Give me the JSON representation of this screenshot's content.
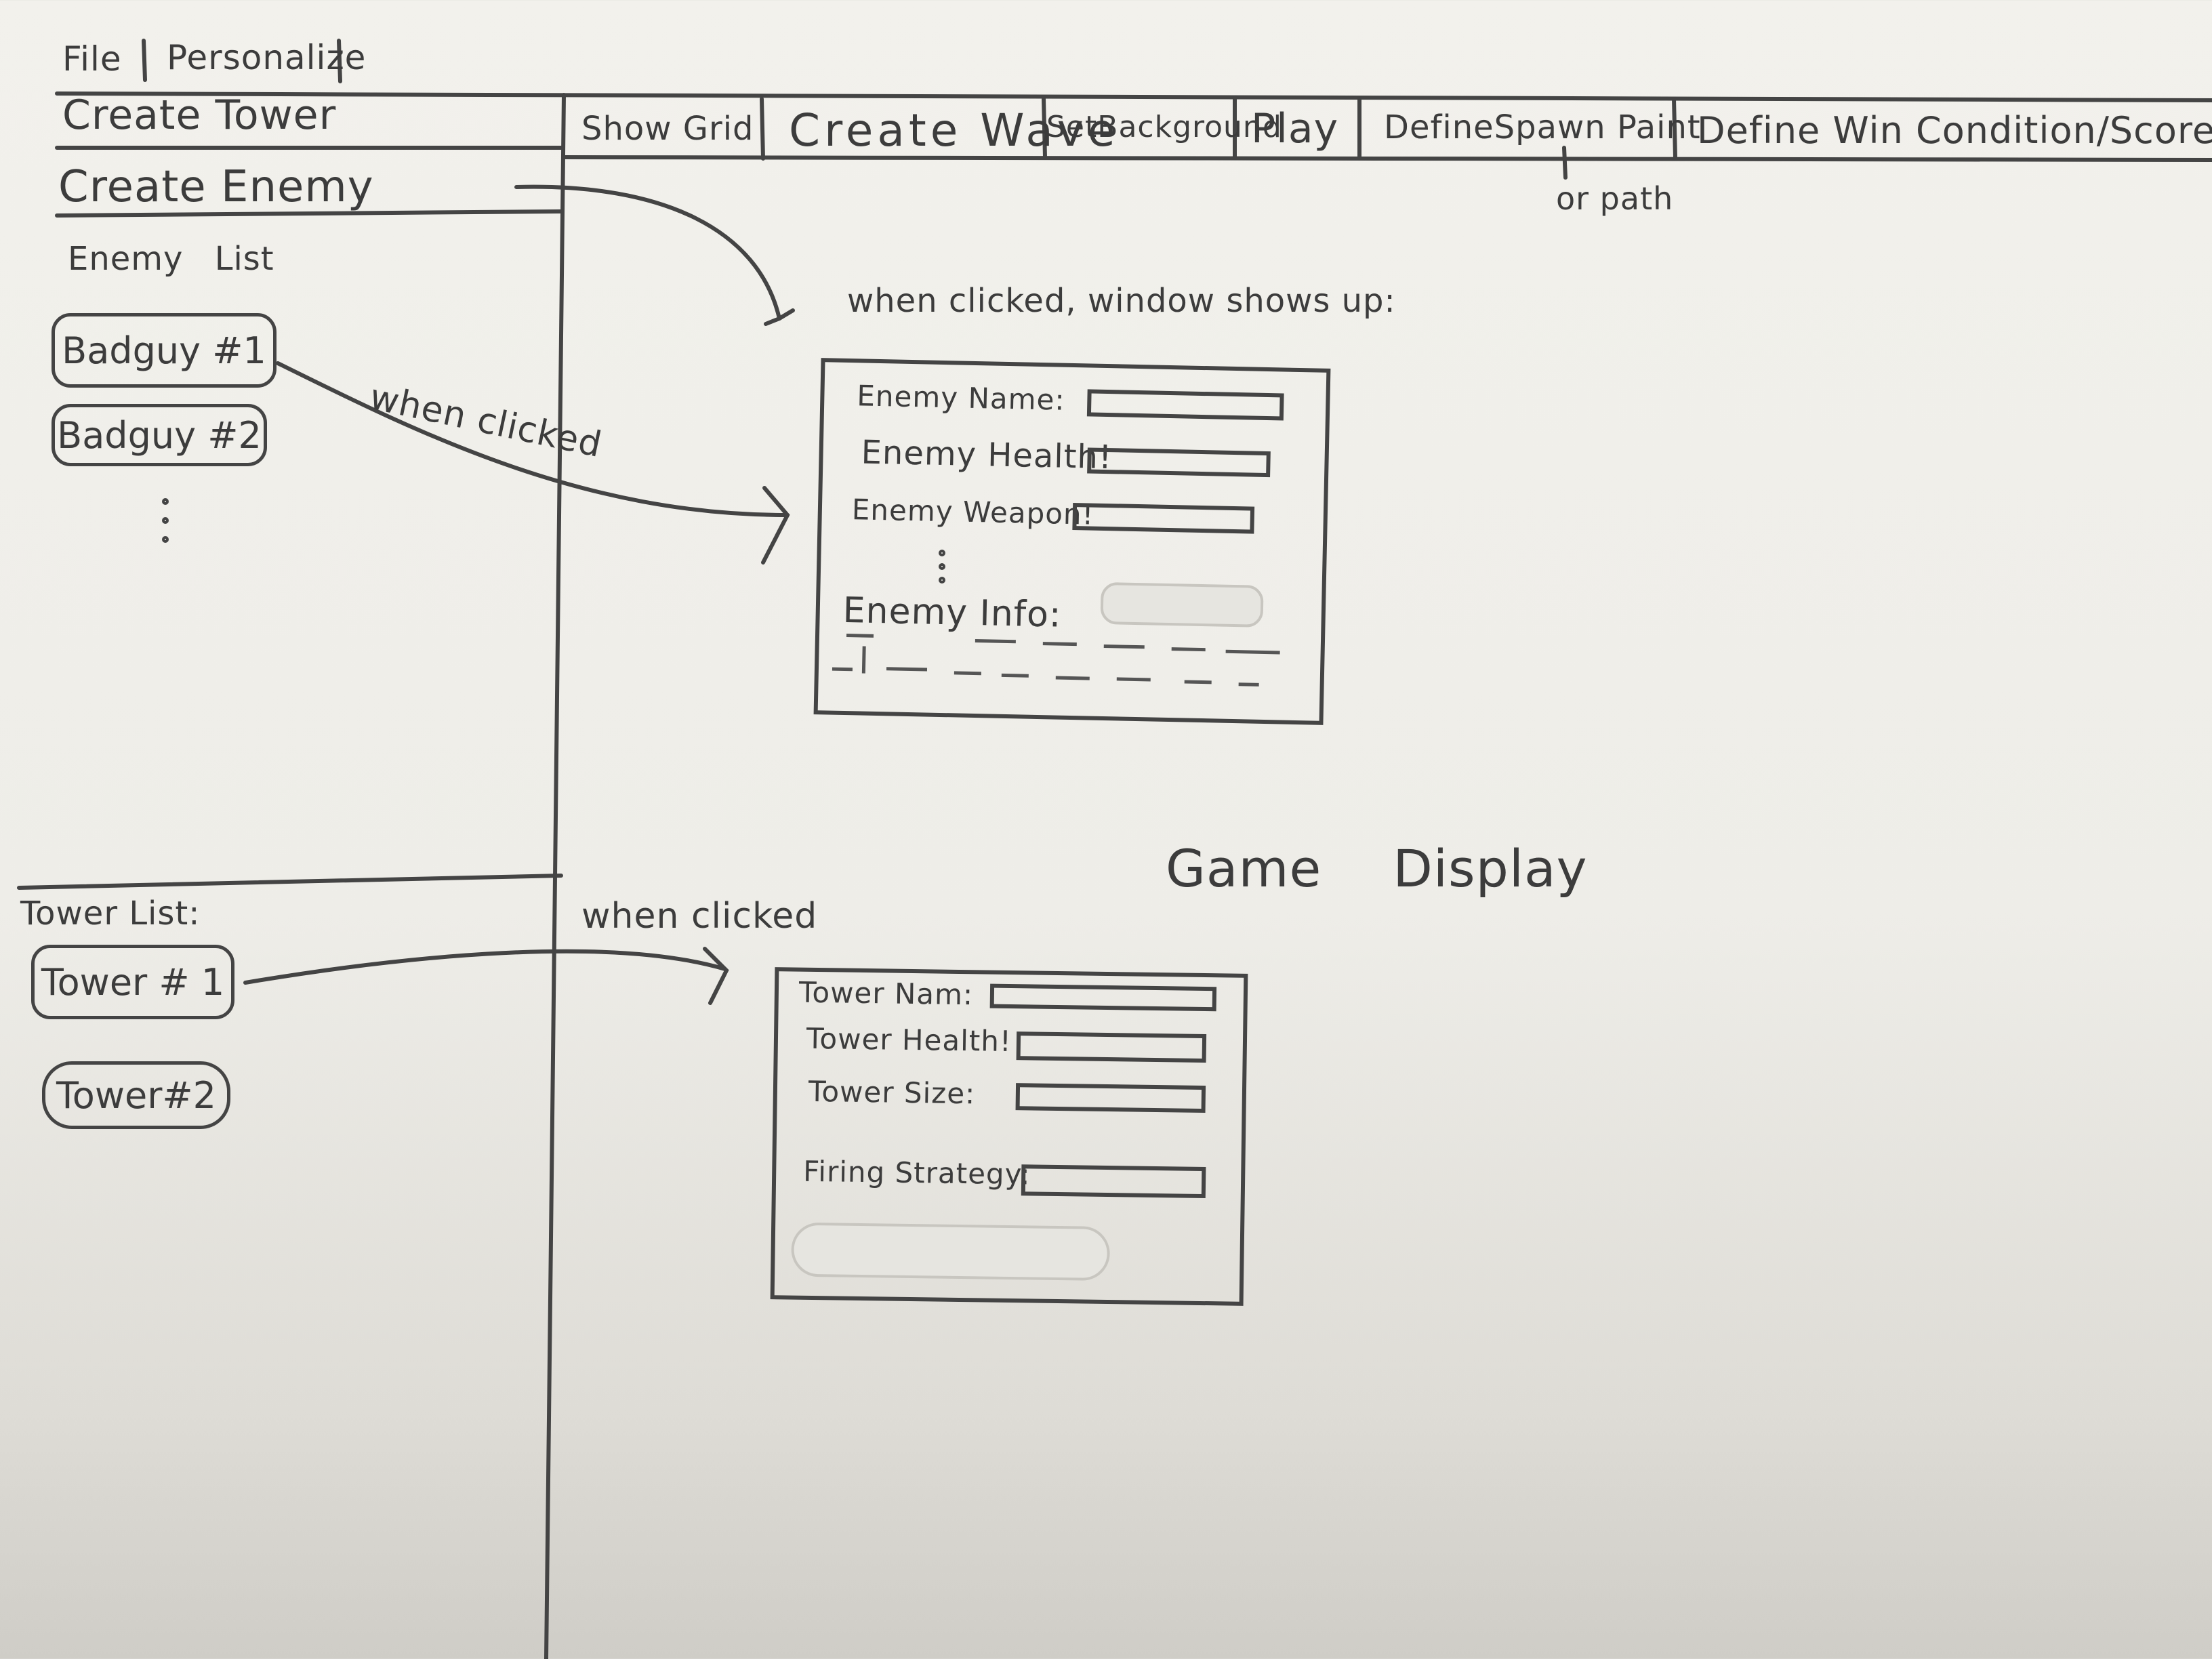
{
  "menu": {
    "file": "File",
    "personalize": "Personalize"
  },
  "toolbar": {
    "show_grid": "Show Grid",
    "create_wave": "Create Wave",
    "set_background": "SetBackground",
    "play": "Play",
    "define_spawn": "DefineSpawn Paint",
    "or_path": "or path",
    "define_win": "Define Win Condition/Scores"
  },
  "sidebar": {
    "create_tower": "Create Tower",
    "create_enemy": "Create Enemy",
    "enemy_list_title": "Enemy List",
    "enemies": [
      "Badguy #1",
      "Badguy #2"
    ],
    "tower_list_title": "Tower List:",
    "towers": [
      "Tower # 1",
      "Tower#2"
    ]
  },
  "annotations": {
    "window_note": "when clicked, window shows up:",
    "when_clicked_1": "when clicked",
    "when_clicked_2": "when clicked"
  },
  "enemy_form": {
    "name_label": "Enemy Name:",
    "health_label": "Enemy Health!",
    "weapon_label": "Enemy Weapon!",
    "info_label": "Enemy Info:"
  },
  "tower_form": {
    "name_label": "Tower Nam:",
    "health_label": "Tower Health!",
    "size_label": "Tower Size:",
    "firing_label": "Firing Strategy:"
  },
  "main": {
    "game_display": "Game Display"
  }
}
